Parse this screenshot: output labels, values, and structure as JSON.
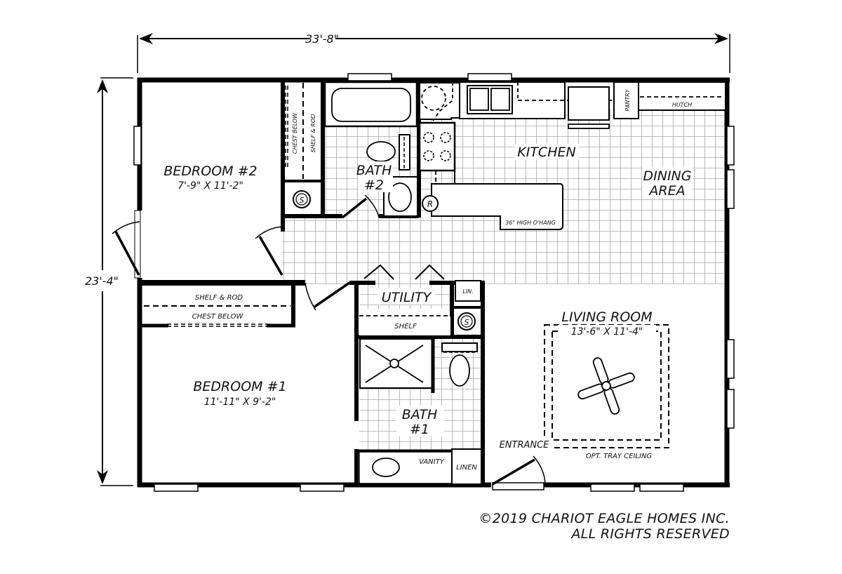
{
  "plan": {
    "overall_width_label": "33'-8\"",
    "overall_depth_label": "23'-4\"",
    "rooms": {
      "bedroom2": {
        "name": "BEDROOM #2",
        "dims": "7'-9\" X 11'-2\""
      },
      "bedroom1": {
        "name": "BEDROOM #1",
        "dims": "11'-11\" X 9'-2\""
      },
      "bath2": {
        "name_line1": "BATH",
        "name_line2": "#2"
      },
      "bath1": {
        "name_line1": "BATH",
        "name_line2": "#1"
      },
      "kitchen": {
        "name": "KITCHEN"
      },
      "dining": {
        "name_line1": "DINING",
        "name_line2": "AREA"
      },
      "utility": {
        "name": "UTILITY"
      },
      "living": {
        "name": "LIVING ROOM",
        "dims": "13'-6\" X 11'-4\""
      }
    },
    "annotations": {
      "chest_below_vertical": "CHEST BELOW",
      "shelf_rod_vertical": "SHELF & ROD",
      "shelf_rod": "SHELF & ROD",
      "chest_below": "CHEST BELOW",
      "pantry": "PANTRY",
      "hutch": "HUTCH",
      "overhang": "36\" HIGH O'HANG",
      "lin": "LIN.",
      "shelf": "SHELF",
      "vanity": "VANITY",
      "linen": "LINEN",
      "entrance": "ENTRANCE",
      "tray_ceiling": "OPT. TRAY CEILING",
      "smoke_symbol": "S",
      "fridge_symbol": "R"
    }
  },
  "footer": {
    "copyright_line1": "©2019 CHARIOT EAGLE HOMES INC.",
    "copyright_line2": "ALL RIGHTS RESERVED"
  }
}
